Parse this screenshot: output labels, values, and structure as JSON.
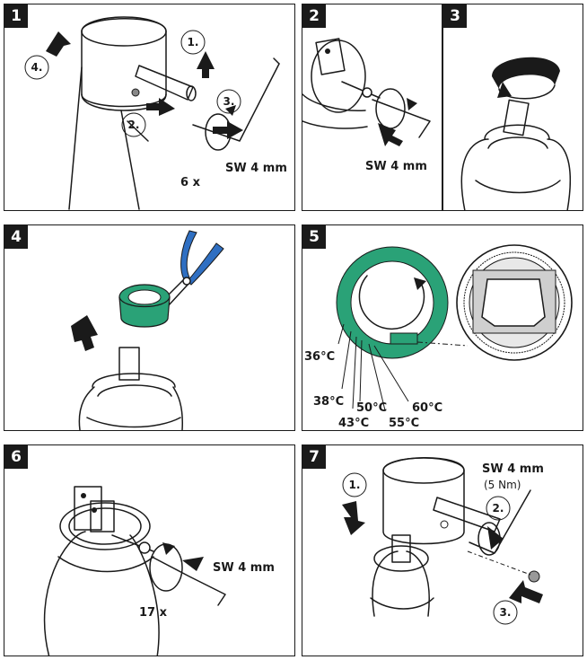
{
  "colors": {
    "accent": "#2aa277",
    "pliers": "#2f6fc2",
    "line": "#1a1a1a"
  },
  "steps": [
    {
      "number": "1",
      "callouts": [
        "1.",
        "2.",
        "3.",
        "4."
      ],
      "tool": "SW 4 mm",
      "count": "6 x"
    },
    {
      "number": "2",
      "tool": "SW 4 mm"
    },
    {
      "number": "3"
    },
    {
      "number": "4"
    },
    {
      "number": "5",
      "temperatures": [
        "36°C",
        "38°C",
        "43°C",
        "50°C",
        "55°C",
        "60°C"
      ]
    },
    {
      "number": "6",
      "tool": "SW 4 mm",
      "count": "17 x"
    },
    {
      "number": "7",
      "tool": "SW 4 mm",
      "torque": "(5 Nm)",
      "callouts": [
        "1.",
        "2.",
        "3."
      ]
    }
  ]
}
